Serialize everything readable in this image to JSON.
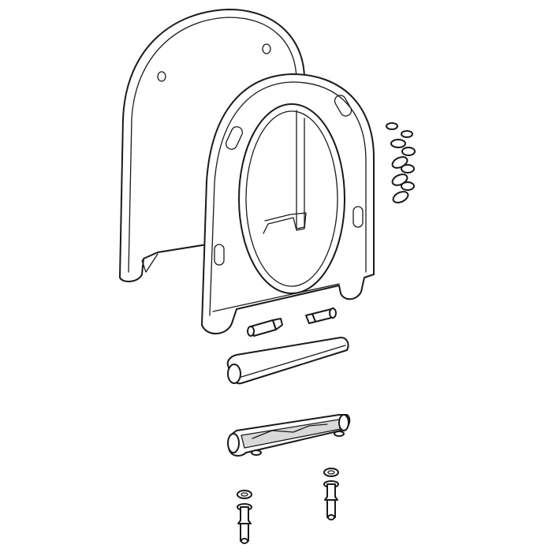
{
  "drawing": {
    "style": "exploded-view line drawing",
    "line_color": "#1a1a1a",
    "background_color": "#ffffff",
    "parts": [
      "lid",
      "seat",
      "hinge-pins",
      "hinge-cover",
      "hinge-bar",
      "mounting-bolts",
      "buffers"
    ]
  }
}
